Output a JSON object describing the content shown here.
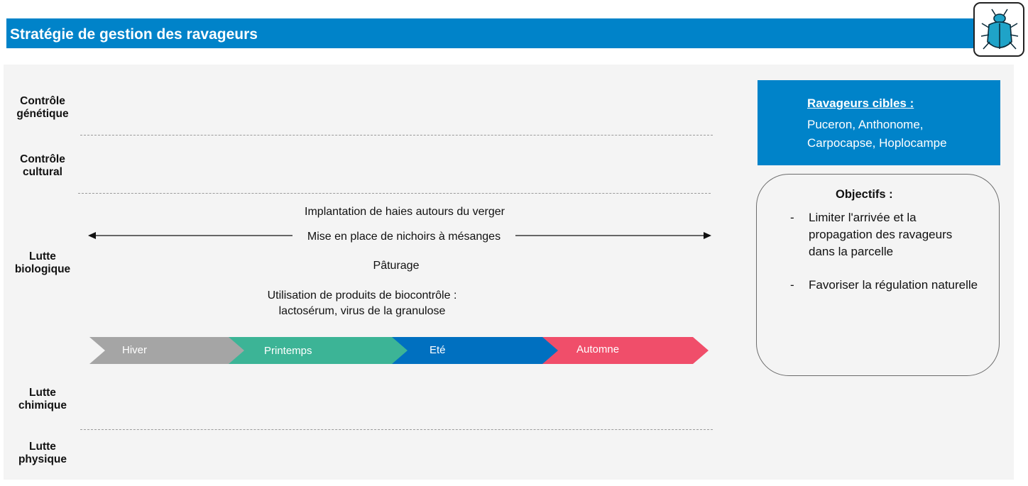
{
  "header": {
    "title": "Stratégie de gestion des ravageurs",
    "logo_icon": "beetle-icon",
    "accent_color": "#0083c9"
  },
  "rows": {
    "genetique": [
      "Contrôle",
      "génétique"
    ],
    "cultural": [
      "Contrôle",
      "cultural"
    ],
    "biologique": [
      "Lutte",
      "biologique"
    ],
    "chimique": [
      "Lutte",
      "chimique"
    ],
    "physique": [
      "Lutte",
      "physique"
    ]
  },
  "biological_actions": {
    "haies": "Implantation de haies autours du verger",
    "nichoirs": "Mise en place de nichoirs à mésanges",
    "paturage": "Pâturage",
    "biocontrole_line1": "Utilisation de produits de biocontrôle :",
    "biocontrole_line2": "lactosérum, virus de la granulose"
  },
  "seasons": [
    {
      "label": "Hiver",
      "color": "#a5a5a5"
    },
    {
      "label": "Printemps",
      "color": "#3cb496"
    },
    {
      "label": "Eté",
      "color": "#0070c0"
    },
    {
      "label": "Automne",
      "color": "#f04e6a"
    }
  ],
  "targets": {
    "heading": "Ravageurs cibles :",
    "line1": "Puceron, Anthonome,",
    "line2": "Carpocapse, Hoplocampe"
  },
  "objectives": {
    "heading": "Objectifs :",
    "items": [
      {
        "dash": "-",
        "text": "Limiter l'arrivée et la propagation des ravageurs dans la parcelle"
      },
      {
        "dash": "-",
        "text": "Favoriser la régulation naturelle"
      }
    ]
  }
}
